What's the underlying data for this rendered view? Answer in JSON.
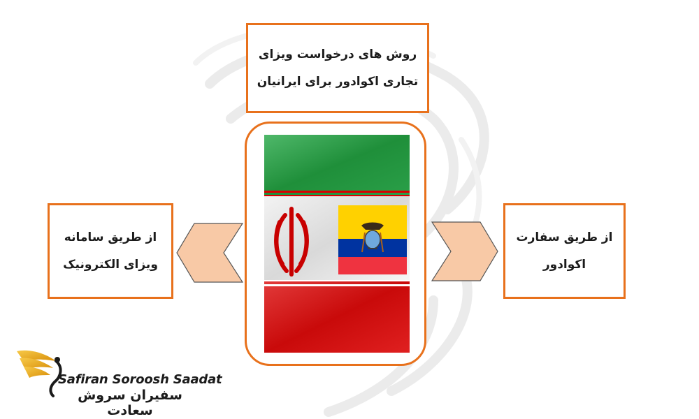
{
  "title": {
    "line1": "روش های درخواست ویزای",
    "line2": "تجاری اکوادور برای ایرانیان"
  },
  "left_option": {
    "line1": "از طریق سامانه",
    "line2": "ویزای الکترونیک"
  },
  "right_option": {
    "line1": "از طریق سفارت",
    "line2": "اکوادور"
  },
  "logo": {
    "name_en": "Safiran Soroosh Saadat",
    "name_fa": "سفیران سروش سعادت"
  },
  "colors": {
    "accent": "#e8711c",
    "arrow_fill": "#f8c9a6",
    "iran_green": "#239f40",
    "iran_red": "#da0000",
    "ecuador_yellow": "#ffd100",
    "ecuador_blue": "#0033a0",
    "ecuador_red": "#ef3340"
  }
}
